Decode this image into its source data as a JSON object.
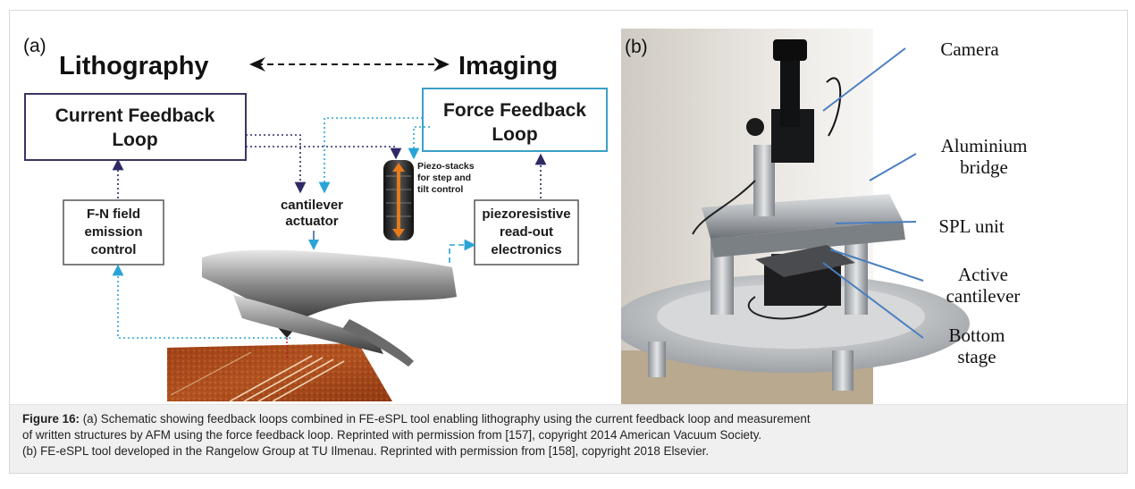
{
  "panel_a": {
    "panel_label": "(a)",
    "title_left": "Lithography",
    "title_right": "Imaging",
    "current_loop": [
      "Current Feedback",
      "Loop"
    ],
    "force_loop": [
      "Force Feedback",
      "Loop"
    ],
    "fn_control": [
      "F-N field",
      "emission",
      "control"
    ],
    "cantilever_actuator": [
      "cantilever",
      "actuator"
    ],
    "piezo_stacks": [
      "Piezo-stacks",
      "for step and",
      "tilt control"
    ],
    "piezoresistive": [
      "piezoresistive",
      "read-out",
      "electronics"
    ],
    "colors": {
      "current_loop_border": "#3b3563",
      "force_loop_border": "#3aa0c8",
      "arrow_dark": "#2e2a66",
      "arrow_cyan": "#2aa4d6"
    }
  },
  "panel_b": {
    "panel_label": "(b)",
    "labels": {
      "camera": [
        "Camera"
      ],
      "bridge": [
        "Aluminium",
        "bridge"
      ],
      "spl": [
        "SPL unit"
      ],
      "cantilever": [
        "Active",
        "cantilever"
      ],
      "stage": [
        "Bottom",
        "stage"
      ]
    },
    "colors": {
      "pointer_line": "#4a7fc0"
    }
  },
  "caption": {
    "figure_label": "Figure 16:",
    "line1": " (a) Schematic showing feedback loops combined in FE-eSPL tool enabling lithography using the current feedback loop and measurement",
    "line2": "of written structures by AFM using the force feedback loop. Reprinted with permission from [157], copyright 2014 American Vacuum Society.",
    "line3": "(b) FE-eSPL tool developed in the Rangelow Group at TU Ilmenau. Reprinted with permission from [158], copyright 2018 Elsevier."
  }
}
